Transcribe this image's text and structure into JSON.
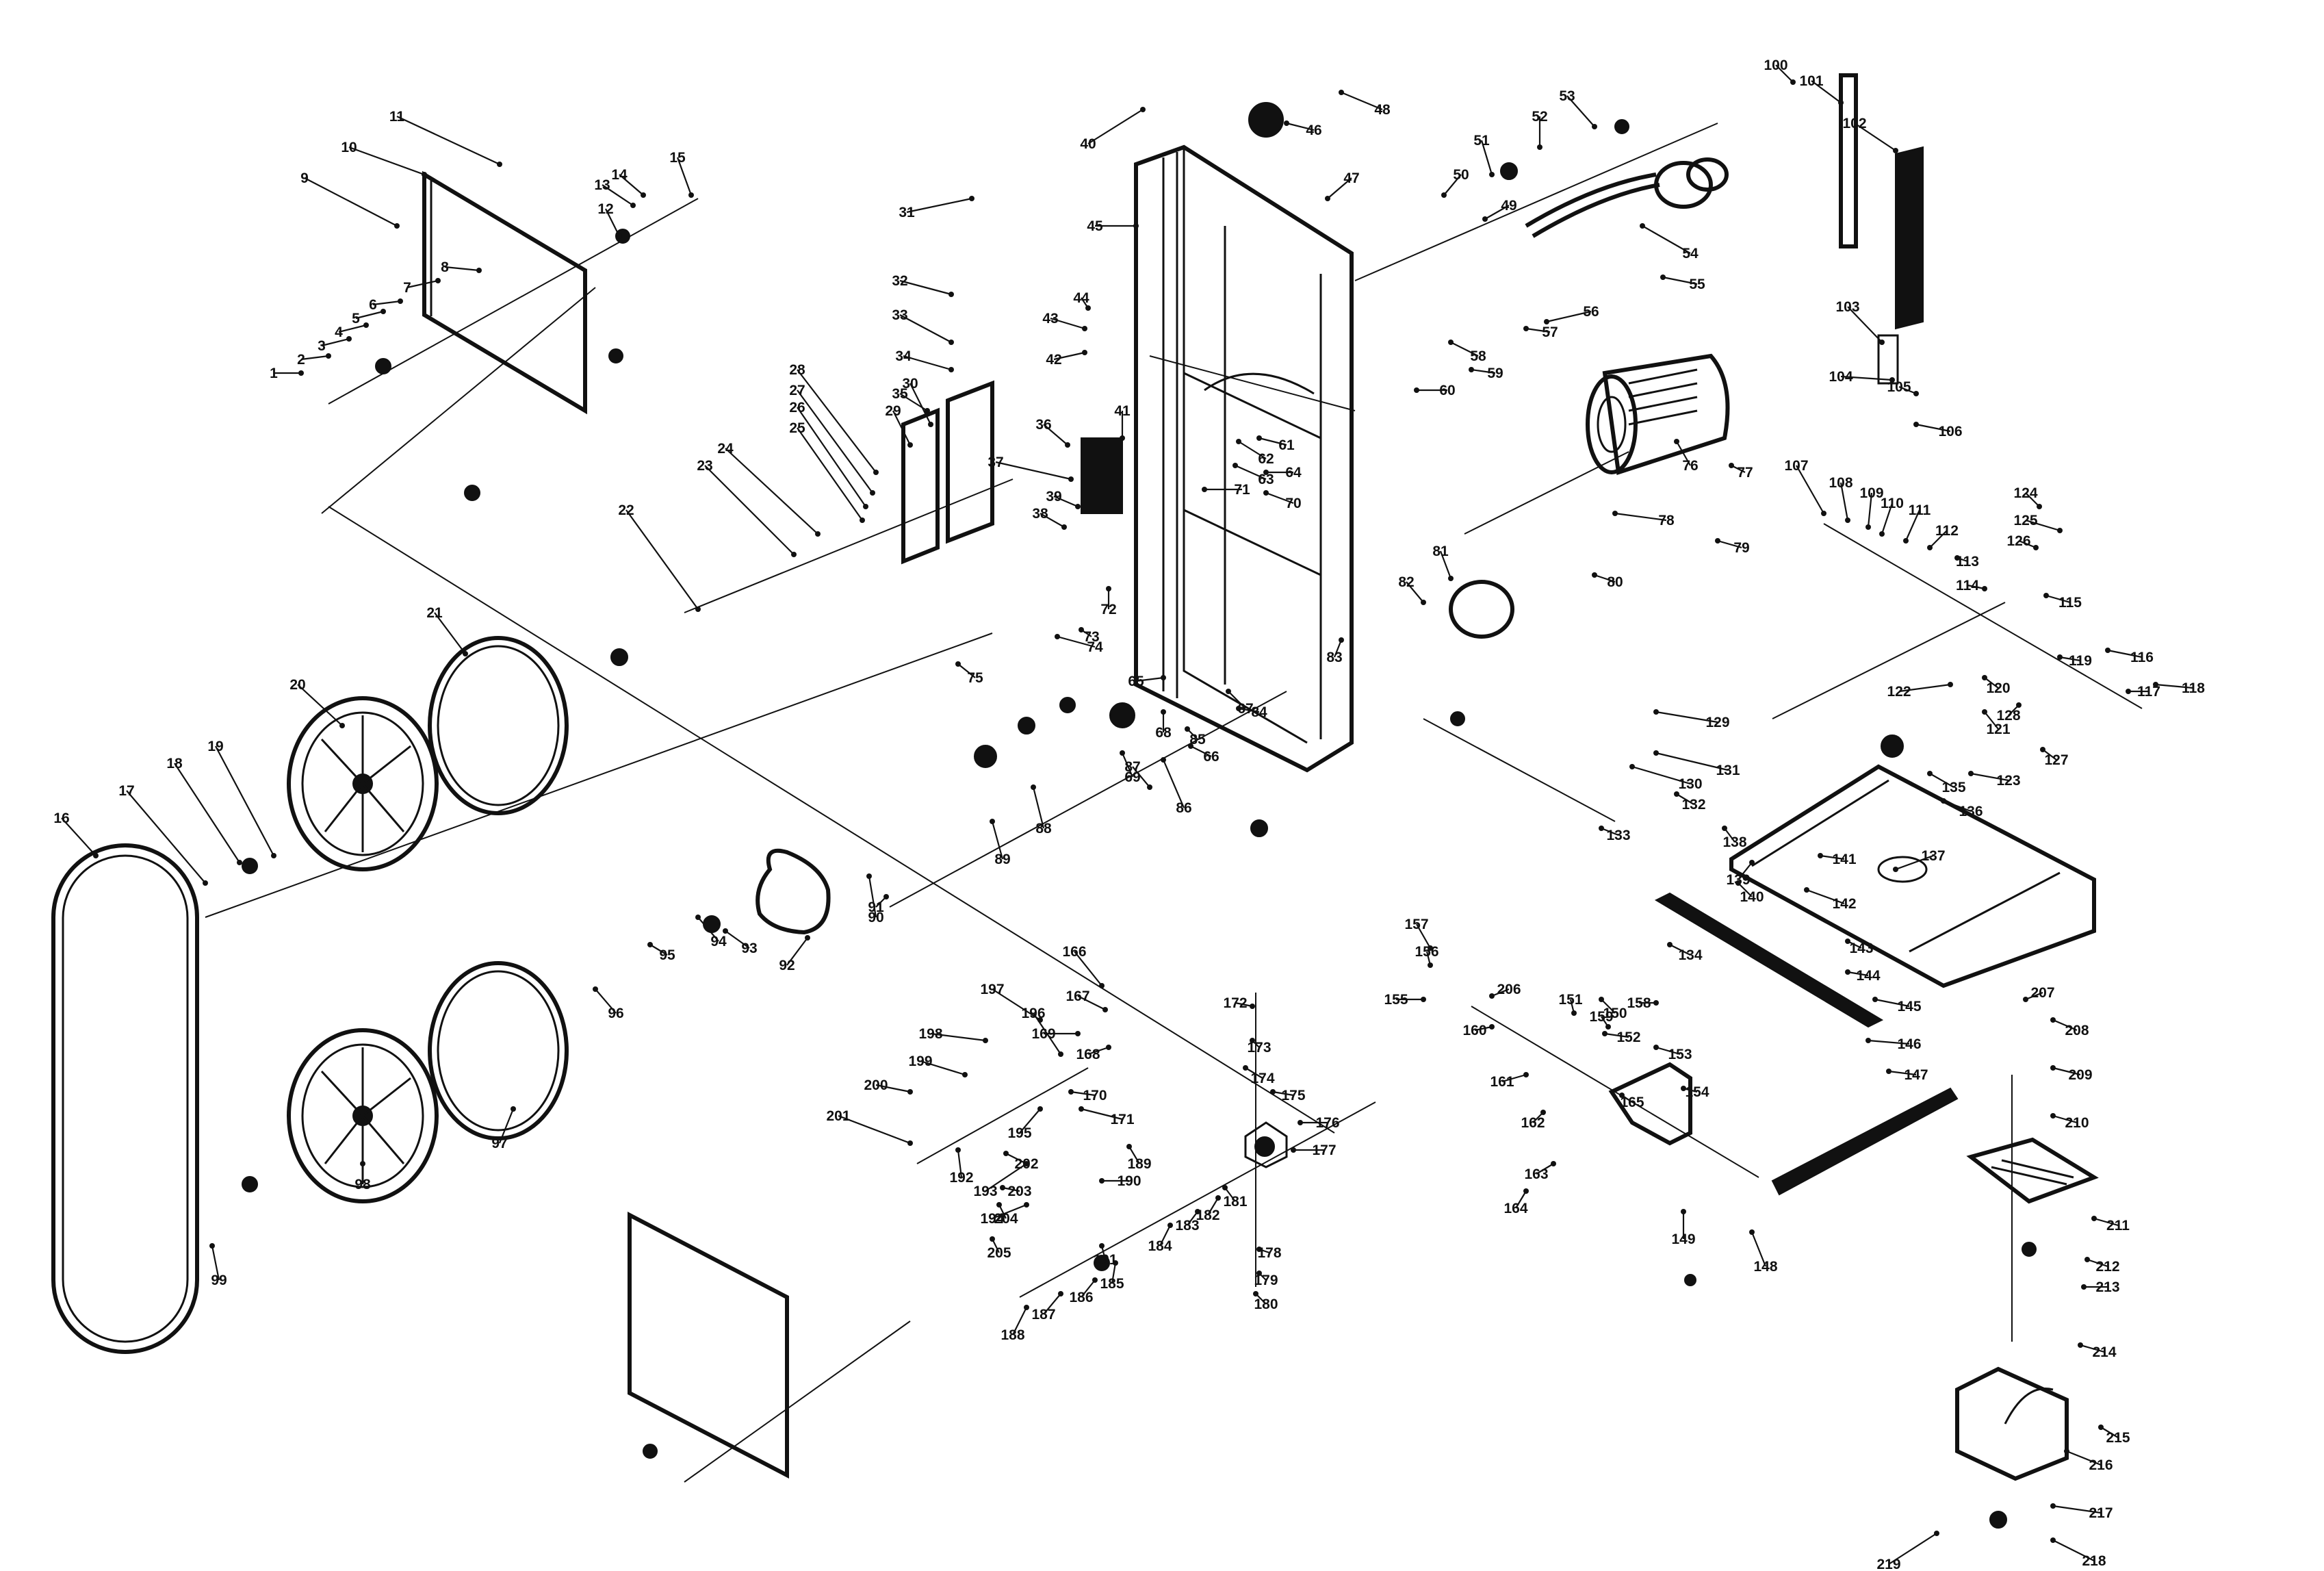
{
  "labels": [
    "1",
    "2",
    "3",
    "4",
    "5",
    "6",
    "7",
    "8",
    "9",
    "10",
    "11",
    "12",
    "13",
    "14",
    "15",
    "16",
    "17",
    "18",
    "19",
    "20",
    "21",
    "22",
    "23",
    "24",
    "25",
    "26",
    "27",
    "28",
    "29",
    "30",
    "31",
    "32",
    "33",
    "34",
    "35",
    "36",
    "37",
    "38",
    "39",
    "40",
    "41",
    "42",
    "43",
    "44",
    "45",
    "46",
    "47",
    "48",
    "49",
    "50",
    "51",
    "52",
    "53",
    "54",
    "55",
    "56",
    "57",
    "58",
    "59",
    "60",
    "61",
    "62",
    "63",
    "64",
    "65",
    "66",
    "67",
    "68",
    "69",
    "70",
    "71",
    "72",
    "73",
    "74",
    "75",
    "76",
    "77",
    "78",
    "79",
    "80",
    "81",
    "82",
    "83",
    "84",
    "85",
    "86",
    "87",
    "88",
    "89",
    "90",
    "91",
    "92",
    "93",
    "94",
    "95",
    "96",
    "97",
    "98",
    "99",
    "100",
    "101",
    "102",
    "103",
    "104",
    "105",
    "106",
    "107",
    "108",
    "109",
    "110",
    "111",
    "112",
    "113",
    "114",
    "115",
    "116",
    "117",
    "118",
    "119",
    "120",
    "121",
    "122",
    "123",
    "124",
    "125",
    "126",
    "127",
    "128",
    "129",
    "130",
    "131",
    "132",
    "133",
    "134",
    "135",
    "136",
    "137",
    "138",
    "139",
    "140",
    "141",
    "142",
    "143",
    "144",
    "145",
    "146",
    "147",
    "148",
    "149",
    "150",
    "151",
    "152",
    "153",
    "154",
    "155",
    "156",
    "157",
    "158",
    "159",
    "160",
    "161",
    "162",
    "163",
    "164",
    "165",
    "166",
    "167",
    "168",
    "169",
    "170",
    "171",
    "172",
    "173",
    "174",
    "175",
    "176",
    "177",
    "178",
    "179",
    "180",
    "181",
    "182",
    "183",
    "184",
    "185",
    "186",
    "187",
    "188",
    "189",
    "190",
    "191",
    "192",
    "193",
    "194",
    "195",
    "196",
    "197",
    "198",
    "199",
    "200",
    "201",
    "202",
    "203",
    "204",
    "205",
    "206",
    "207",
    "208",
    "209",
    "210",
    "211",
    "212",
    "213",
    "214",
    "215",
    "216",
    "217",
    "218",
    "219"
  ]
}
